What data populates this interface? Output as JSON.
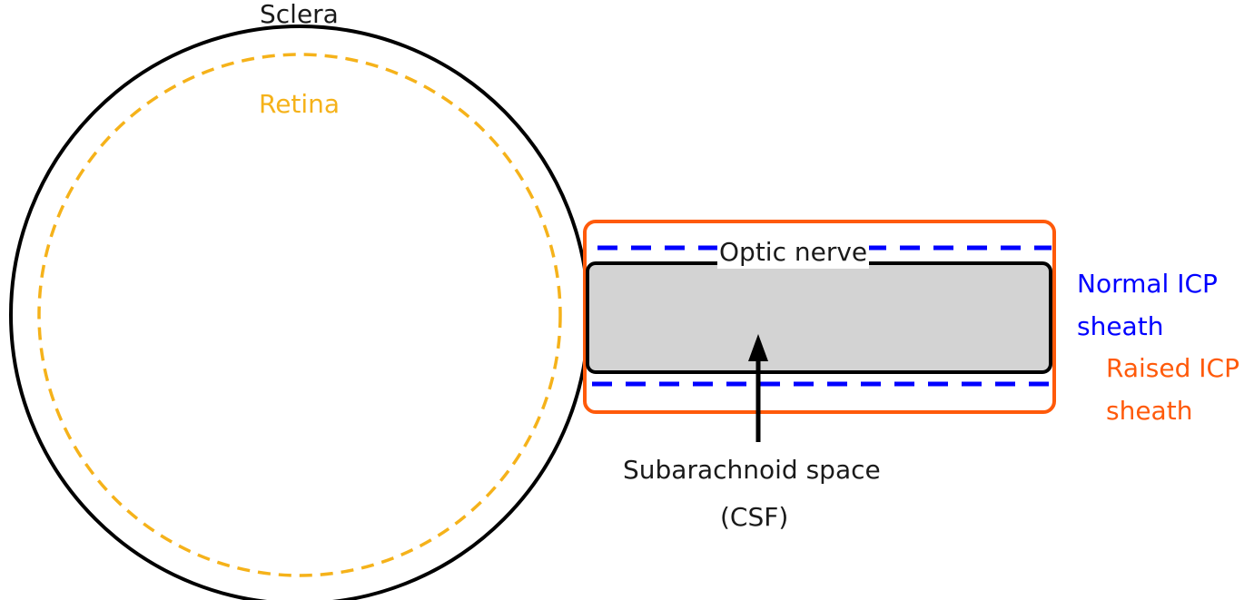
{
  "labels": {
    "sclera": "Sclera",
    "retina": "Retina",
    "optic_nerve": "Optic nerve",
    "normal_icp_line1": "Normal ICP",
    "normal_icp_line2": "sheath",
    "raised_icp_line1": "Raised ICP",
    "raised_icp_line2": "sheath",
    "subarachnoid_line1": "Subarachnoid space",
    "subarachnoid_line2": "(CSF)"
  },
  "colors": {
    "sclera": "#000000",
    "retina": "#f5b21a",
    "normal_icp": "#0000ff",
    "raised_icp": "#ff5a0a",
    "nerve_fill": "#d3d3d3",
    "text": "#1a1a1a"
  }
}
